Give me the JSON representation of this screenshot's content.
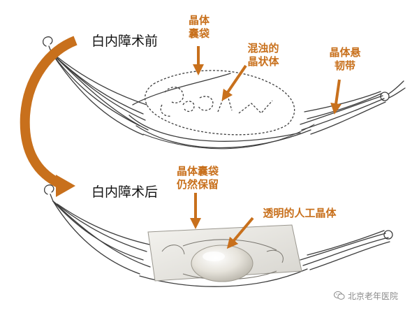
{
  "labels": {
    "before_surgery": "白内障术前",
    "after_surgery": "白内障术后",
    "capsule_line1": "晶体",
    "capsule_line2": "囊袋",
    "cloudy_line1": "混浊的",
    "cloudy_line2": "晶状体",
    "zonule_line1": "晶体悬",
    "zonule_line2": "韧带",
    "capsule_kept_line1": "晶体囊袋",
    "capsule_kept_line2": "仍然保留",
    "iol": "透明的人工晶体"
  },
  "watermark": {
    "text": "北京老年医院",
    "icon": "wechat-icon"
  },
  "colors": {
    "accent": "#c8701c",
    "line": "#3c3c3c",
    "text": "#111111"
  }
}
